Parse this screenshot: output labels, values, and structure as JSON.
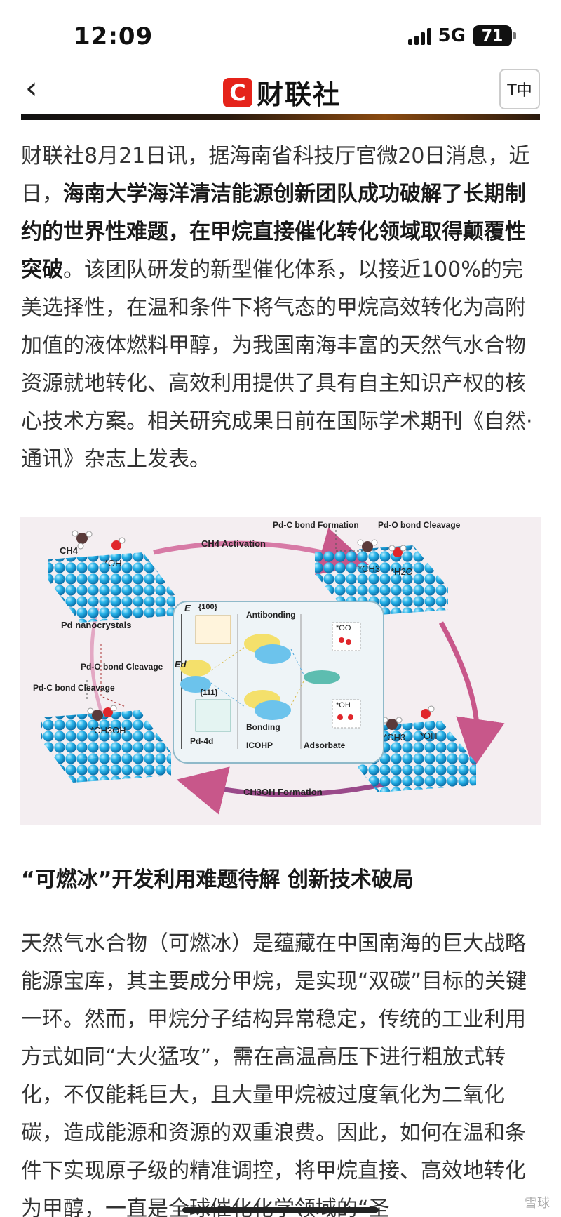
{
  "status": {
    "time": "12:09",
    "network": "5G",
    "battery": "71"
  },
  "nav": {
    "back_icon": "chevron-left-icon",
    "logo_mark": "C",
    "logo_text": "财联社",
    "font_button": "T中"
  },
  "article": {
    "p1": [
      {
        "text": "财联社8月21日讯，据海南省科技厅官微20日消息，近日，",
        "bold": false
      },
      {
        "text": "海南大学海洋清洁能源创新团队成功破解了长期制约的世界性难题，在甲烷直接催化转化领域取得颠覆性突破",
        "bold": true
      },
      {
        "text": "。该团队研发的新型催化体系，以接近100%的完美选择性，在温和条件下将气态的甲烷高效转化为高附加值的液体燃料甲醇，为我国南海丰富的天然气水合物资源就地转化、高效利用提供了具有自主知识产权的核心技术方案。相关研究成果日前在国际学术期刊《自然·通讯》杂志上发表。",
        "bold": false
      }
    ],
    "subhead": "“可燃冰”开发利用难题待解 创新技术破局",
    "p2": "天然气水合物（可燃冰）是蕴藏在中国南海的巨大战略能源宝库，其主要成分甲烷，是实现“双碳”目标的关键一环。然而，甲烷分子结构异常稳定，传统的工业利用方式如同“大火猛攻”，需在高温高压下进行粗放式转化，不仅能耗巨大，且大量甲烷被过度氧化为二氧化碳，造成能源和资源的双重浪费。因此，如何在温和条件下实现原子级的精准调控，将甲烷直接、高效地转化为甲醇，一直是全球催化化学领域的“圣"
  },
  "figure": {
    "ch4": "CH4",
    "oh1": "*OH",
    "activation": "CH4 Activation",
    "pdc_formation": "Pd-C bond Formation",
    "pdo_cleavage_top": "Pd-O bond Cleavage",
    "ch3_top": "*CH3",
    "h2o": "*H2O",
    "pd_nanocrystals": "Pd nanocrystals",
    "e_axis": "E",
    "facet100": "{100}",
    "ed": "Ed",
    "facet111": "{111}",
    "pd4d": "Pd-4d",
    "antibonding": "Antibonding",
    "bonding": "Bonding",
    "icohp": "ICOHP",
    "adsorbate": "Adsorbate",
    "oo": "*OO",
    "oh_box": "*OH",
    "pdo_cleavage_left": "Pd-O bond Cleavage",
    "pdc_cleavage": "Pd-C bond Cleavage",
    "ch3oh": "*CH3OH",
    "ch3_bottom": "*CH3",
    "oh_bottom": "*OH",
    "formation": "CH3OH Formation"
  },
  "watermark": "雪球"
}
